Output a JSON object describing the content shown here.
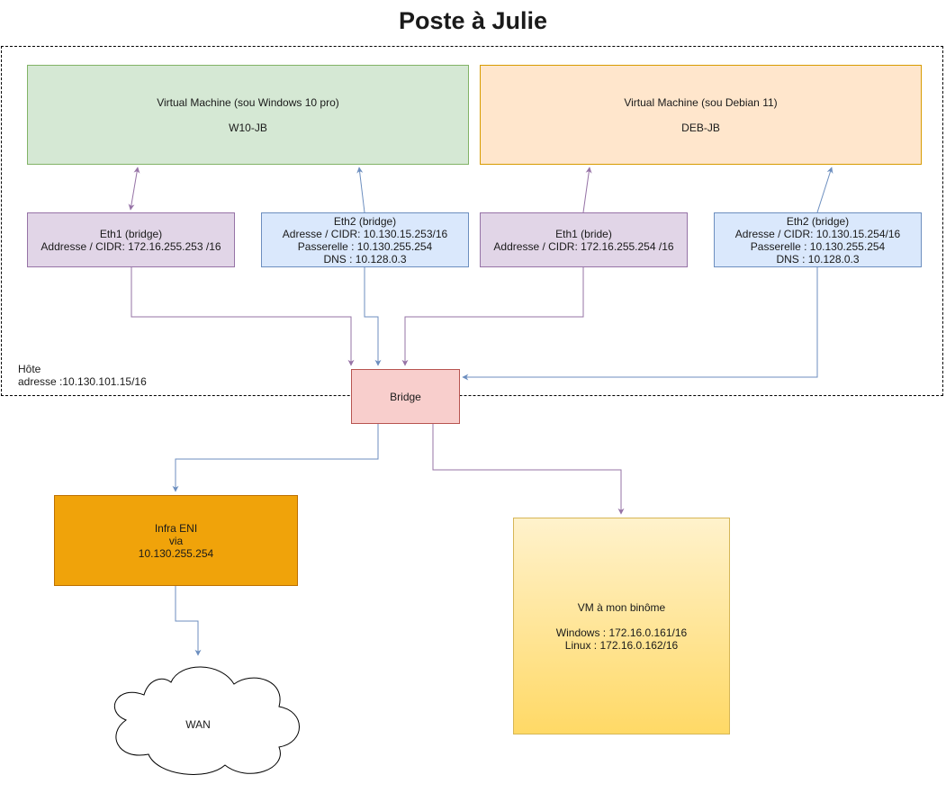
{
  "title": "Poste à Julie",
  "host": {
    "label": "Hôte",
    "address": "adresse :10.130.101.15/16"
  },
  "vm_w10": {
    "line1": "Virtual Machine (sou Windows 10 pro)",
    "line2": "W10-JB"
  },
  "vm_deb": {
    "line1": "Virtual Machine (sou Debian 11)",
    "line2": "DEB-JB"
  },
  "w10_eth1": {
    "name": "Eth1 (bridge)",
    "cidr": "Addresse / CIDR: 172.16.255.253 /16"
  },
  "w10_eth2": {
    "name": "Eth2 (bridge)",
    "cidr": "Adresse / CIDR: 10.130.15.253/16",
    "gateway": "Passerelle : 10.130.255.254",
    "dns": "DNS : 10.128.0.3"
  },
  "deb_eth1": {
    "name": "Eth1 (bride)",
    "cidr": "Addresse / CIDR: 172.16.255.254 /16"
  },
  "deb_eth2": {
    "name": "Eth2 (bridge)",
    "cidr": "Adresse / CIDR: 10.130.15.254/16",
    "gateway": "Passerelle : 10.130.255.254",
    "dns": "DNS : 10.128.0.3"
  },
  "bridge": {
    "label": "Bridge"
  },
  "infra": {
    "line1": "Infra ENI",
    "line2": "via",
    "line3": "10.130.255.254"
  },
  "binome": {
    "title": "VM à mon binôme",
    "windows": "Windows : 172.16.0.161/16",
    "linux": "Linux : 172.16.0.162/16"
  },
  "wan": {
    "label": "WAN"
  },
  "colors": {
    "purple_edge": "#9673a6",
    "blue_edge": "#6c8ebf"
  }
}
